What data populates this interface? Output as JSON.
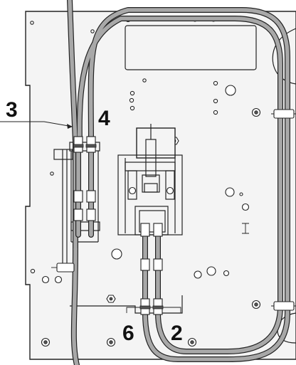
{
  "callouts": {
    "hose_3": "3",
    "hose_4": "4",
    "hose_6": "6",
    "hose_2": "2"
  },
  "colors": {
    "line": "#222222",
    "hose_fill": "#a8a8a8",
    "plate_fill": "#f4f4f4",
    "background": "#ffffff"
  },
  "icons": [
    "round-mounting-hole",
    "hex-bolt",
    "hose-clamp",
    "fitting-connector"
  ]
}
